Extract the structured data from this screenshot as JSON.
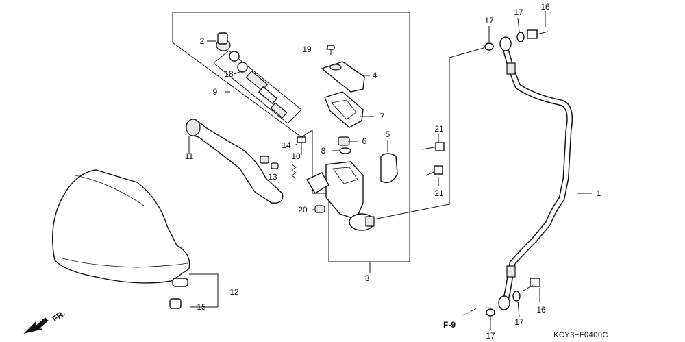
{
  "labels": {
    "p1": "1",
    "p2": "2",
    "p3": "3",
    "p4": "4",
    "p5": "5",
    "p6": "6",
    "p7": "7",
    "p8": "8",
    "p9": "9",
    "p10": "10",
    "p11": "11",
    "p12": "12",
    "p13": "13",
    "p14": "14",
    "p15": "15",
    "p16a": "16",
    "p16b": "16",
    "p17a": "17",
    "p17b": "17",
    "p17c": "17",
    "p17d": "17",
    "p18": "18",
    "p19": "19",
    "p20": "20",
    "p21a": "21",
    "p21b": "21"
  },
  "ref_label": "F-9",
  "direction_label": "FR.",
  "diagram_code": "KCY3−F0400C"
}
